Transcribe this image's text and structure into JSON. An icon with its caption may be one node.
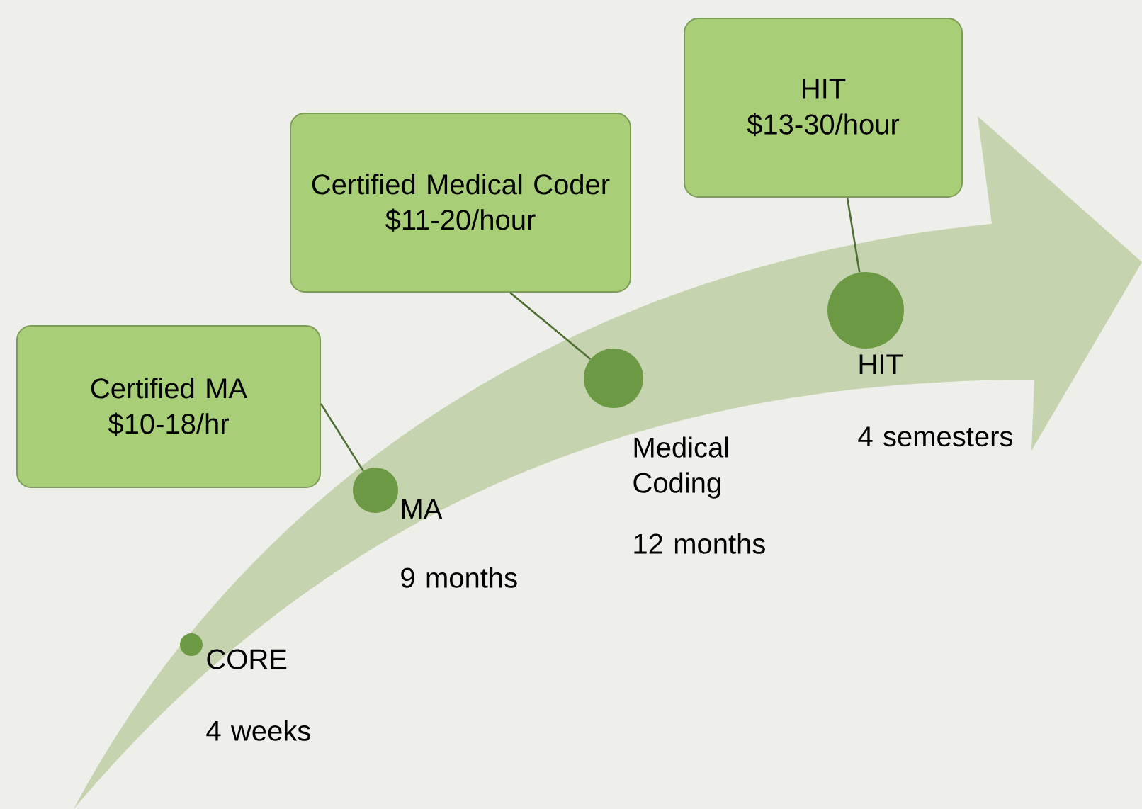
{
  "diagram": {
    "nodes": [
      {
        "text": [
          "Certified MA",
          "$10-18/hr"
        ]
      },
      {
        "text": [
          "Certified Medical Coder",
          "$11-20/hour"
        ]
      },
      {
        "text": [
          "HIT",
          "$13-30/hour"
        ]
      },
      {
        "text": [],
        "shape": "circle",
        "beside": [
          "CORE",
          "4 weeks"
        ]
      },
      {
        "text": [],
        "shape": "circle",
        "beside": [
          "MA",
          "9 months"
        ]
      },
      {
        "text": [],
        "shape": "circle",
        "beside": [
          "Medical Coding",
          "12 months"
        ]
      },
      {
        "text": [],
        "shape": "circle",
        "beside": [
          "HIT",
          "4 semesters"
        ]
      }
    ],
    "edges": [
      {
        "from": 0,
        "to": 4,
        "arrow": "none"
      },
      {
        "from": 1,
        "to": 5,
        "arrow": "none"
      },
      {
        "from": 2,
        "to": 6,
        "arrow": "none"
      }
    ]
  }
}
